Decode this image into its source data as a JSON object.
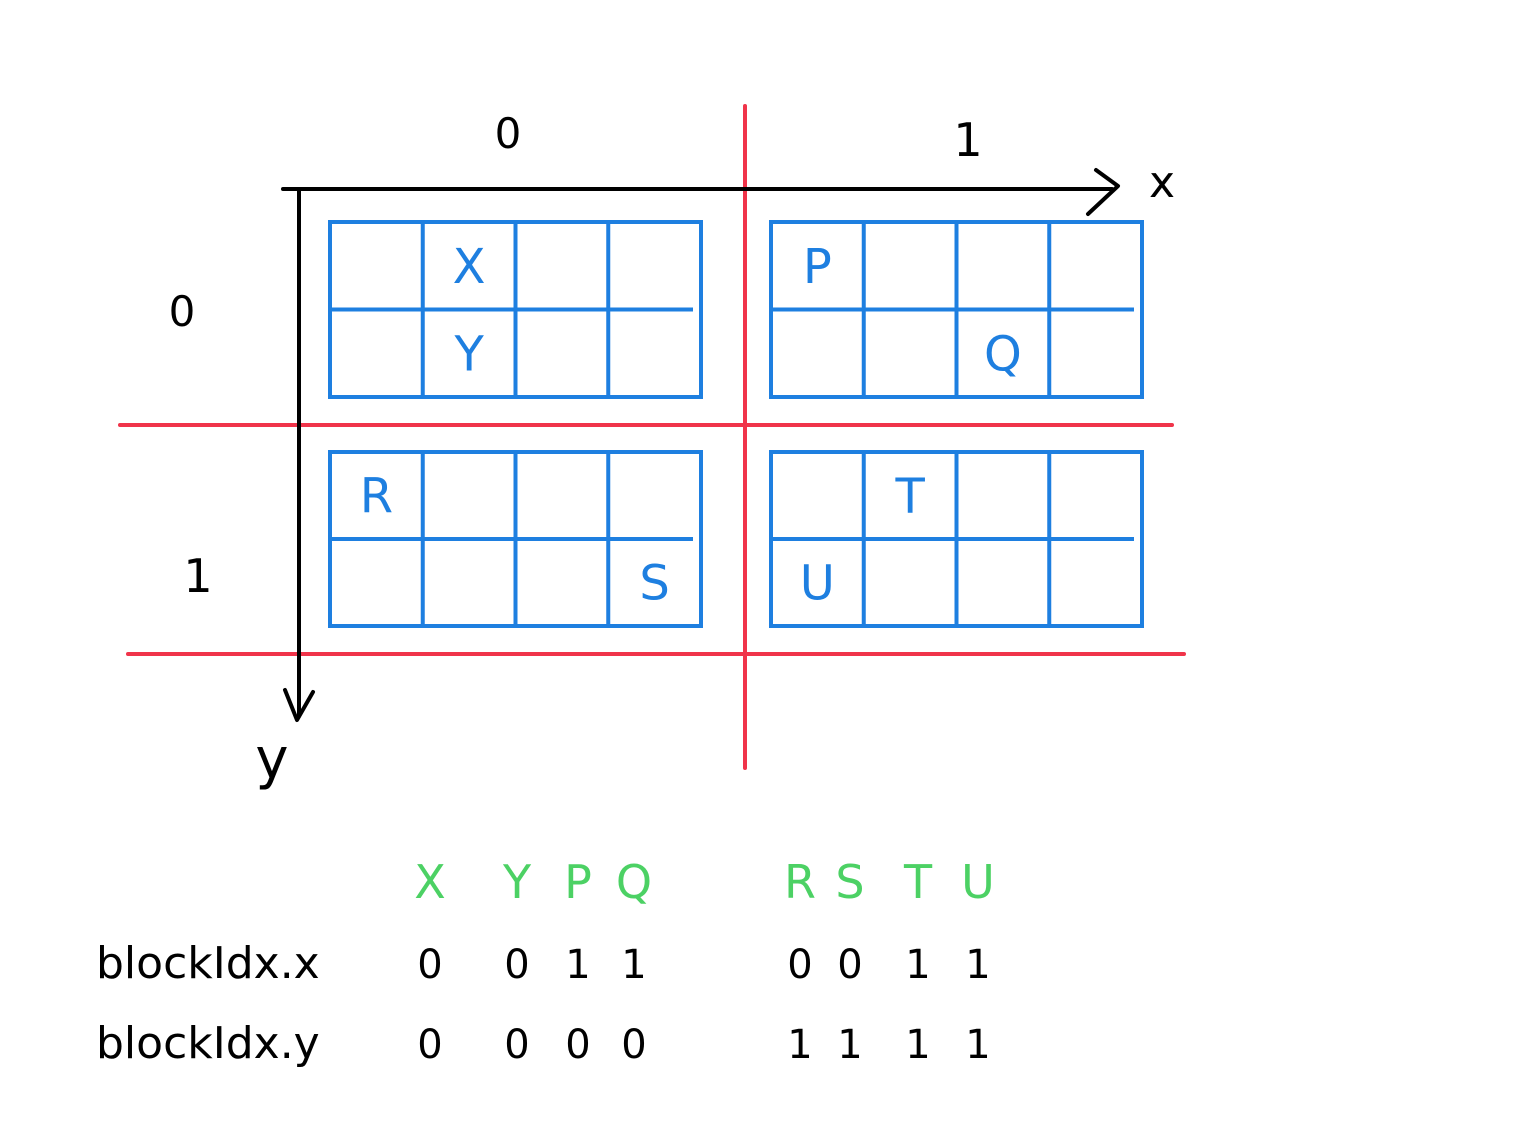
{
  "axes": {
    "x_axis_label": "x",
    "y_axis_label": "y",
    "x_block_labels": [
      "0",
      "1"
    ],
    "y_block_labels": [
      "0",
      "1"
    ]
  },
  "blocks": [
    {
      "id": "block-0-0",
      "cells": [
        [
          "",
          "X",
          "",
          ""
        ],
        [
          "",
          "Y",
          "",
          ""
        ]
      ]
    },
    {
      "id": "block-1-0",
      "cells": [
        [
          "P",
          "",
          "",
          ""
        ],
        [
          "",
          "",
          "Q",
          ""
        ]
      ]
    },
    {
      "id": "block-0-1",
      "cells": [
        [
          "R",
          "",
          "",
          ""
        ],
        [
          "",
          "",
          "",
          "S"
        ]
      ]
    },
    {
      "id": "block-1-1",
      "cells": [
        [
          "",
          "T",
          "",
          ""
        ],
        [
          "U",
          "",
          "",
          ""
        ]
      ]
    }
  ],
  "table": {
    "headers": [
      "X",
      "Y",
      "P",
      "Q",
      "R",
      "S",
      "T",
      "U"
    ],
    "rows": [
      {
        "label": "blockIdx.x",
        "values": [
          "0",
          "0",
          "1",
          "1",
          "0",
          "0",
          "1",
          "1"
        ]
      },
      {
        "label": "blockIdx.y",
        "values": [
          "0",
          "0",
          "0",
          "0",
          "1",
          "1",
          "1",
          "1"
        ]
      }
    ]
  },
  "colors": {
    "axis": "#000000",
    "block_divider": "#f0344a",
    "block_grid": "#1e7fe0",
    "table_header": "#4cd164",
    "text": "#000000"
  }
}
